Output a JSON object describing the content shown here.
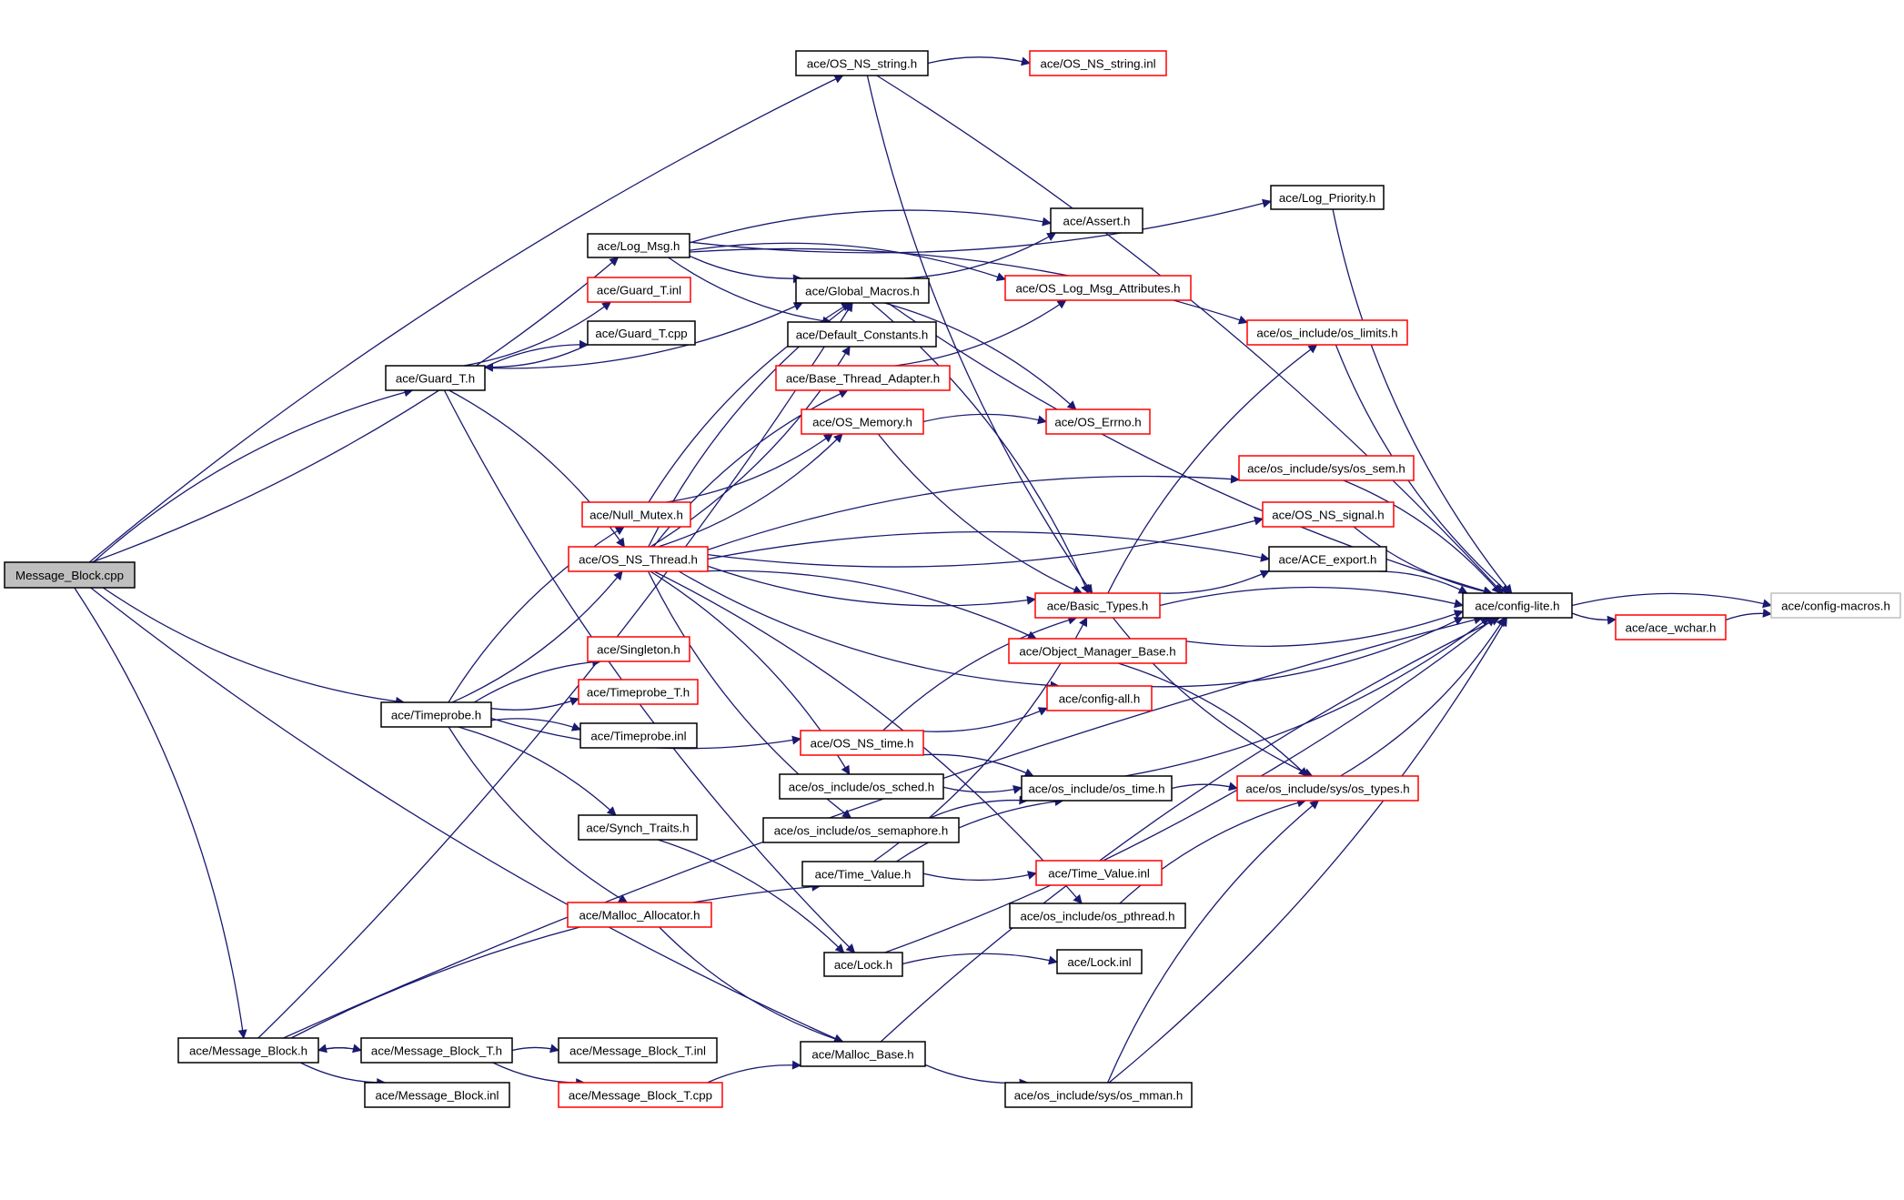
{
  "colors": {
    "edge": "#191970",
    "root_fill": "#bfbfbf",
    "root_border": "#000000",
    "documented_border": "#000000",
    "undocumented_border": "#ff0000",
    "external_border": "#bfbfbf",
    "node_fill": "#ffffff"
  },
  "nodes": [
    {
      "id": "msgblock_cpp",
      "label": "Message_Block.cpp",
      "kind": "root"
    },
    {
      "id": "os_ns_string_h",
      "label": "ace/OS_NS_string.h",
      "kind": "documented"
    },
    {
      "id": "os_ns_string_inl",
      "label": "ace/OS_NS_string.inl",
      "kind": "undocumented"
    },
    {
      "id": "log_priority_h",
      "label": "ace/Log_Priority.h",
      "kind": "documented"
    },
    {
      "id": "assert_h",
      "label": "ace/Assert.h",
      "kind": "documented"
    },
    {
      "id": "log_msg_h",
      "label": "ace/Log_Msg.h",
      "kind": "documented"
    },
    {
      "id": "guard_t_inl",
      "label": "ace/Guard_T.inl",
      "kind": "undocumented"
    },
    {
      "id": "global_macros_h",
      "label": "ace/Global_Macros.h",
      "kind": "documented"
    },
    {
      "id": "os_log_msg_attr_h",
      "label": "ace/OS_Log_Msg_Attributes.h",
      "kind": "undocumented"
    },
    {
      "id": "guard_t_cpp",
      "label": "ace/Guard_T.cpp",
      "kind": "documented"
    },
    {
      "id": "default_constants_h",
      "label": "ace/Default_Constants.h",
      "kind": "documented"
    },
    {
      "id": "os_limits_h",
      "label": "ace/os_include/os_limits.h",
      "kind": "undocumented"
    },
    {
      "id": "guard_t_h",
      "label": "ace/Guard_T.h",
      "kind": "documented"
    },
    {
      "id": "base_thread_adapter_h",
      "label": "ace/Base_Thread_Adapter.h",
      "kind": "undocumented"
    },
    {
      "id": "os_memory_h",
      "label": "ace/OS_Memory.h",
      "kind": "undocumented"
    },
    {
      "id": "os_errno_h",
      "label": "ace/OS_Errno.h",
      "kind": "undocumented"
    },
    {
      "id": "os_sem_h",
      "label": "ace/os_include/sys/os_sem.h",
      "kind": "undocumented"
    },
    {
      "id": "null_mutex_h",
      "label": "ace/Null_Mutex.h",
      "kind": "undocumented"
    },
    {
      "id": "os_ns_signal_h",
      "label": "ace/OS_NS_signal.h",
      "kind": "undocumented"
    },
    {
      "id": "os_ns_thread_h",
      "label": "ace/OS_NS_Thread.h",
      "kind": "undocumented"
    },
    {
      "id": "ace_export_h",
      "label": "ace/ACE_export.h",
      "kind": "documented"
    },
    {
      "id": "basic_types_h",
      "label": "ace/Basic_Types.h",
      "kind": "undocumented"
    },
    {
      "id": "config_lite_h",
      "label": "ace/config-lite.h",
      "kind": "documented"
    },
    {
      "id": "config_macros_h",
      "label": "ace/config-macros.h",
      "kind": "external"
    },
    {
      "id": "ace_wchar_h",
      "label": "ace/ace_wchar.h",
      "kind": "undocumented"
    },
    {
      "id": "object_manager_base_h",
      "label": "ace/Object_Manager_Base.h",
      "kind": "undocumented"
    },
    {
      "id": "singleton_h",
      "label": "ace/Singleton.h",
      "kind": "undocumented"
    },
    {
      "id": "timeprobe_t_h",
      "label": "ace/Timeprobe_T.h",
      "kind": "undocumented"
    },
    {
      "id": "config_all_h",
      "label": "ace/config-all.h",
      "kind": "undocumented"
    },
    {
      "id": "timeprobe_h",
      "label": "ace/Timeprobe.h",
      "kind": "documented"
    },
    {
      "id": "timeprobe_inl",
      "label": "ace/Timeprobe.inl",
      "kind": "documented"
    },
    {
      "id": "os_ns_time_h",
      "label": "ace/OS_NS_time.h",
      "kind": "undocumented"
    },
    {
      "id": "os_sched_h",
      "label": "ace/os_include/os_sched.h",
      "kind": "documented"
    },
    {
      "id": "os_time_h",
      "label": "ace/os_include/os_time.h",
      "kind": "documented"
    },
    {
      "id": "os_types_h",
      "label": "ace/os_include/sys/os_types.h",
      "kind": "undocumented"
    },
    {
      "id": "synch_traits_h",
      "label": "ace/Synch_Traits.h",
      "kind": "documented"
    },
    {
      "id": "os_semaphore_h",
      "label": "ace/os_include/os_semaphore.h",
      "kind": "documented"
    },
    {
      "id": "time_value_h",
      "label": "ace/Time_Value.h",
      "kind": "documented"
    },
    {
      "id": "time_value_inl",
      "label": "ace/Time_Value.inl",
      "kind": "undocumented"
    },
    {
      "id": "malloc_allocator_h",
      "label": "ace/Malloc_Allocator.h",
      "kind": "undocumented"
    },
    {
      "id": "os_pthread_h",
      "label": "ace/os_include/os_pthread.h",
      "kind": "documented"
    },
    {
      "id": "lock_h",
      "label": "ace/Lock.h",
      "kind": "documented"
    },
    {
      "id": "lock_inl",
      "label": "ace/Lock.inl",
      "kind": "documented"
    },
    {
      "id": "message_block_h",
      "label": "ace/Message_Block.h",
      "kind": "documented"
    },
    {
      "id": "message_block_t_h",
      "label": "ace/Message_Block_T.h",
      "kind": "documented"
    },
    {
      "id": "message_block_t_inl",
      "label": "ace/Message_Block_T.inl",
      "kind": "documented"
    },
    {
      "id": "malloc_base_h",
      "label": "ace/Malloc_Base.h",
      "kind": "documented"
    },
    {
      "id": "message_block_inl",
      "label": "ace/Message_Block.inl",
      "kind": "documented"
    },
    {
      "id": "message_block_t_cpp",
      "label": "ace/Message_Block_T.cpp",
      "kind": "undocumented"
    },
    {
      "id": "os_mman_h",
      "label": "ace/os_include/sys/os_mman.h",
      "kind": "documented"
    }
  ],
  "edges": [
    [
      "msgblock_cpp",
      "os_ns_string_h"
    ],
    [
      "msgblock_cpp",
      "log_msg_h"
    ],
    [
      "msgblock_cpp",
      "guard_t_h"
    ],
    [
      "msgblock_cpp",
      "timeprobe_h"
    ],
    [
      "msgblock_cpp",
      "message_block_h"
    ],
    [
      "msgblock_cpp",
      "malloc_base_h"
    ],
    [
      "os_ns_string_h",
      "os_ns_string_inl"
    ],
    [
      "os_ns_string_h",
      "basic_types_h"
    ],
    [
      "os_ns_string_h",
      "config_lite_h"
    ],
    [
      "log_msg_h",
      "log_priority_h"
    ],
    [
      "log_msg_h",
      "assert_h"
    ],
    [
      "log_msg_h",
      "global_macros_h"
    ],
    [
      "log_msg_h",
      "os_log_msg_attr_h"
    ],
    [
      "log_msg_h",
      "default_constants_h"
    ],
    [
      "log_msg_h",
      "os_limits_h"
    ],
    [
      "guard_t_h",
      "guard_t_inl"
    ],
    [
      "guard_t_h",
      "guard_t_cpp"
    ],
    [
      "guard_t_h",
      "global_macros_h"
    ],
    [
      "guard_t_h",
      "os_ns_thread_h"
    ],
    [
      "guard_t_h",
      "lock_h"
    ],
    [
      "guard_t_cpp",
      "guard_t_h"
    ],
    [
      "global_macros_h",
      "assert_h"
    ],
    [
      "global_macros_h",
      "os_errno_h"
    ],
    [
      "global_macros_h",
      "config_lite_h"
    ],
    [
      "global_macros_h",
      "basic_types_h"
    ],
    [
      "base_thread_adapter_h",
      "os_log_msg_attr_h"
    ],
    [
      "os_memory_h",
      "os_errno_h"
    ],
    [
      "os_memory_h",
      "basic_types_h"
    ],
    [
      "null_mutex_h",
      "global_macros_h"
    ],
    [
      "null_mutex_h",
      "os_memory_h"
    ],
    [
      "os_ns_thread_h",
      "global_macros_h"
    ],
    [
      "os_ns_thread_h",
      "default_constants_h"
    ],
    [
      "os_ns_thread_h",
      "base_thread_adapter_h"
    ],
    [
      "os_ns_thread_h",
      "os_memory_h"
    ],
    [
      "os_ns_thread_h",
      "os_sem_h"
    ],
    [
      "os_ns_thread_h",
      "os_ns_signal_h"
    ],
    [
      "os_ns_thread_h",
      "ace_export_h"
    ],
    [
      "os_ns_thread_h",
      "basic_types_h"
    ],
    [
      "os_ns_thread_h",
      "object_manager_base_h"
    ],
    [
      "os_ns_thread_h",
      "config_all_h"
    ],
    [
      "os_ns_thread_h",
      "os_sched_h"
    ],
    [
      "os_ns_thread_h",
      "os_semaphore_h"
    ],
    [
      "os_ns_thread_h",
      "os_pthread_h"
    ],
    [
      "os_limits_h",
      "config_lite_h"
    ],
    [
      "os_sem_h",
      "config_lite_h"
    ],
    [
      "os_ns_signal_h",
      "config_lite_h"
    ],
    [
      "ace_export_h",
      "config_lite_h"
    ],
    [
      "log_priority_h",
      "config_lite_h"
    ],
    [
      "basic_types_h",
      "config_lite_h"
    ],
    [
      "basic_types_h",
      "ace_export_h"
    ],
    [
      "basic_types_h",
      "os_limits_h"
    ],
    [
      "basic_types_h",
      "os_types_h"
    ],
    [
      "config_lite_h",
      "config_macros_h"
    ],
    [
      "config_lite_h",
      "ace_wchar_h"
    ],
    [
      "ace_wchar_h",
      "config_macros_h"
    ],
    [
      "object_manager_base_h",
      "config_lite_h"
    ],
    [
      "object_manager_base_h",
      "os_types_h"
    ],
    [
      "config_all_h",
      "config_lite_h"
    ],
    [
      "timeprobe_h",
      "null_mutex_h"
    ],
    [
      "timeprobe_h",
      "os_ns_thread_h"
    ],
    [
      "timeprobe_h",
      "singleton_h"
    ],
    [
      "timeprobe_h",
      "timeprobe_t_h"
    ],
    [
      "timeprobe_h",
      "timeprobe_inl"
    ],
    [
      "timeprobe_h",
      "os_ns_time_h"
    ],
    [
      "timeprobe_h",
      "synch_traits_h"
    ],
    [
      "timeprobe_h",
      "malloc_allocator_h"
    ],
    [
      "os_ns_time_h",
      "basic_types_h"
    ],
    [
      "os_ns_time_h",
      "config_all_h"
    ],
    [
      "os_ns_time_h",
      "os_time_h"
    ],
    [
      "os_sched_h",
      "os_time_h"
    ],
    [
      "os_semaphore_h",
      "os_time_h"
    ],
    [
      "os_time_h",
      "config_lite_h"
    ],
    [
      "os_time_h",
      "os_types_h"
    ],
    [
      "os_types_h",
      "config_lite_h"
    ],
    [
      "synch_traits_h",
      "lock_h"
    ],
    [
      "time_value_h",
      "time_value_inl"
    ],
    [
      "time_value_h",
      "os_time_h"
    ],
    [
      "time_value_h",
      "basic_types_h"
    ],
    [
      "os_pthread_h",
      "os_types_h"
    ],
    [
      "malloc_allocator_h",
      "malloc_base_h"
    ],
    [
      "lock_h",
      "lock_inl"
    ],
    [
      "lock_h",
      "config_lite_h"
    ],
    [
      "message_block_h",
      "message_block_t_h"
    ],
    [
      "message_block_h",
      "message_block_inl"
    ],
    [
      "message_block_h",
      "time_value_h"
    ],
    [
      "message_block_h",
      "global_macros_h"
    ],
    [
      "message_block_h",
      "config_lite_h"
    ],
    [
      "message_block_t_h",
      "message_block_h"
    ],
    [
      "message_block_t_h",
      "message_block_t_inl"
    ],
    [
      "message_block_t_h",
      "message_block_t_cpp"
    ],
    [
      "message_block_t_cpp",
      "malloc_base_h"
    ],
    [
      "malloc_base_h",
      "os_mman_h"
    ],
    [
      "malloc_base_h",
      "config_lite_h"
    ],
    [
      "os_mman_h",
      "config_lite_h"
    ],
    [
      "os_mman_h",
      "os_types_h"
    ]
  ]
}
